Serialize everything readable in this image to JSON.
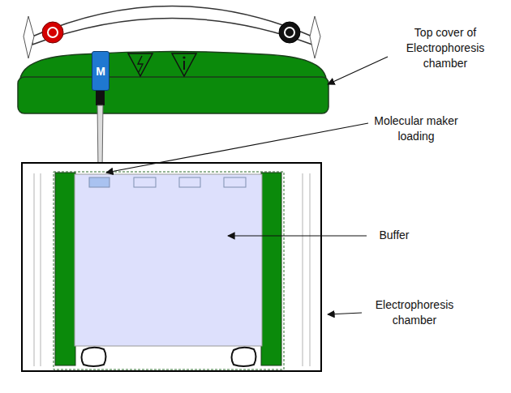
{
  "diagram": {
    "nodes": [
      {
        "text": [
          "M"
        ]
      }
    ],
    "labels": [
      "Top cover of Electrophoresis chamber",
      "Molecular maker loading",
      "Buffer",
      "Electrophoresis chamber"
    ]
  }
}
